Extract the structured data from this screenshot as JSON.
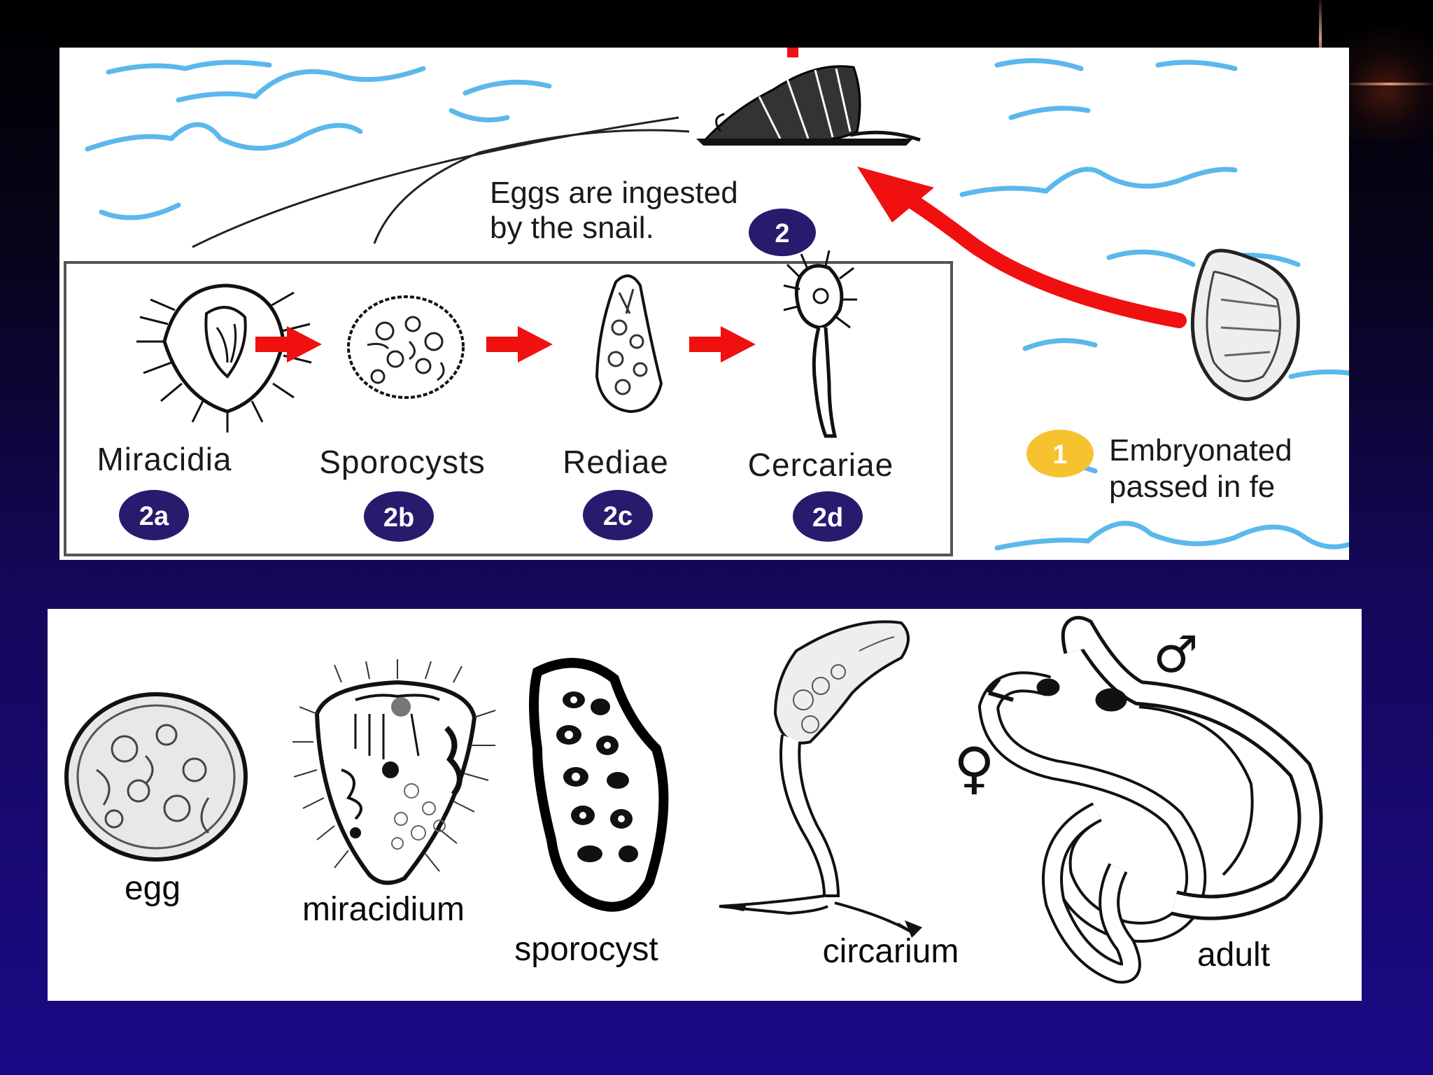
{
  "top": {
    "ingest_line1": "Eggs are ingested",
    "ingest_line2": "by the snail.",
    "badge_2": "2",
    "badge_1": "1",
    "embryonated_line1": "Embryonated",
    "embryonated_line2": "passed in fe",
    "stages": [
      {
        "label": "Miracidia",
        "badge": "2a"
      },
      {
        "label": "Sporocysts",
        "badge": "2b"
      },
      {
        "label": "Rediae",
        "badge": "2c"
      },
      {
        "label": "Cercariae",
        "badge": "2d"
      }
    ]
  },
  "bottom": {
    "labels": [
      "egg",
      "miracidium",
      "sporocyst",
      "circarium",
      "adult"
    ],
    "female_symbol": "♀",
    "male_symbol": "♂"
  },
  "colors": {
    "water": "#5bb8ec",
    "arrow_red": "#f01010",
    "badge_purple": "#2a1a6e",
    "badge_yellow": "#f6c230",
    "background_top": "#000000",
    "background_bottom": "#1a0a86"
  }
}
